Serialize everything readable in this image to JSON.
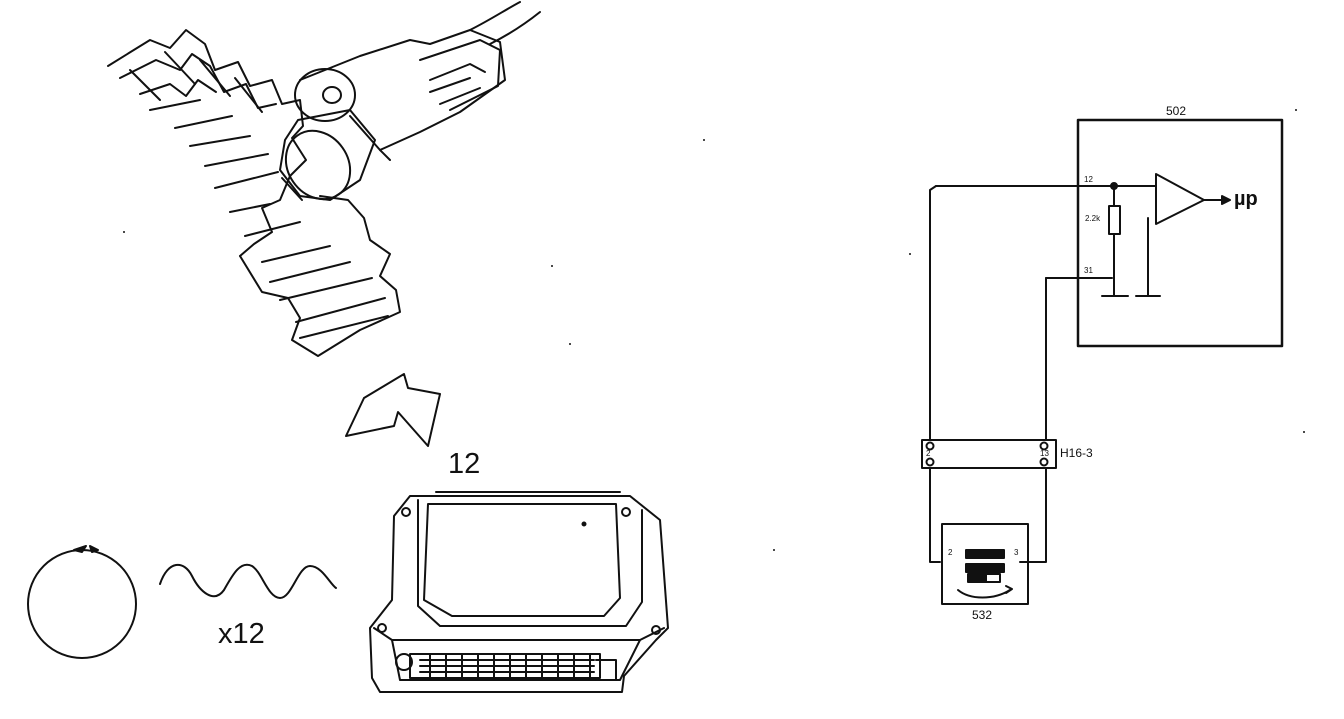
{
  "left_figure": {
    "ecu_pin_label": "12",
    "pulse_multiplier": "x12"
  },
  "schematic": {
    "ecu_id": "502",
    "pin_12": "12",
    "pin_31": "31",
    "resistor_value": "2.2k",
    "output_label": "µp",
    "connector_id": "H16-3",
    "connector_pin_a": "2",
    "connector_pin_b": "13",
    "sensor_pin_a": "2",
    "sensor_pin_b": "3",
    "sensor_id": "532"
  },
  "colors": {
    "ink": "#111111",
    "paper": "#ffffff"
  }
}
